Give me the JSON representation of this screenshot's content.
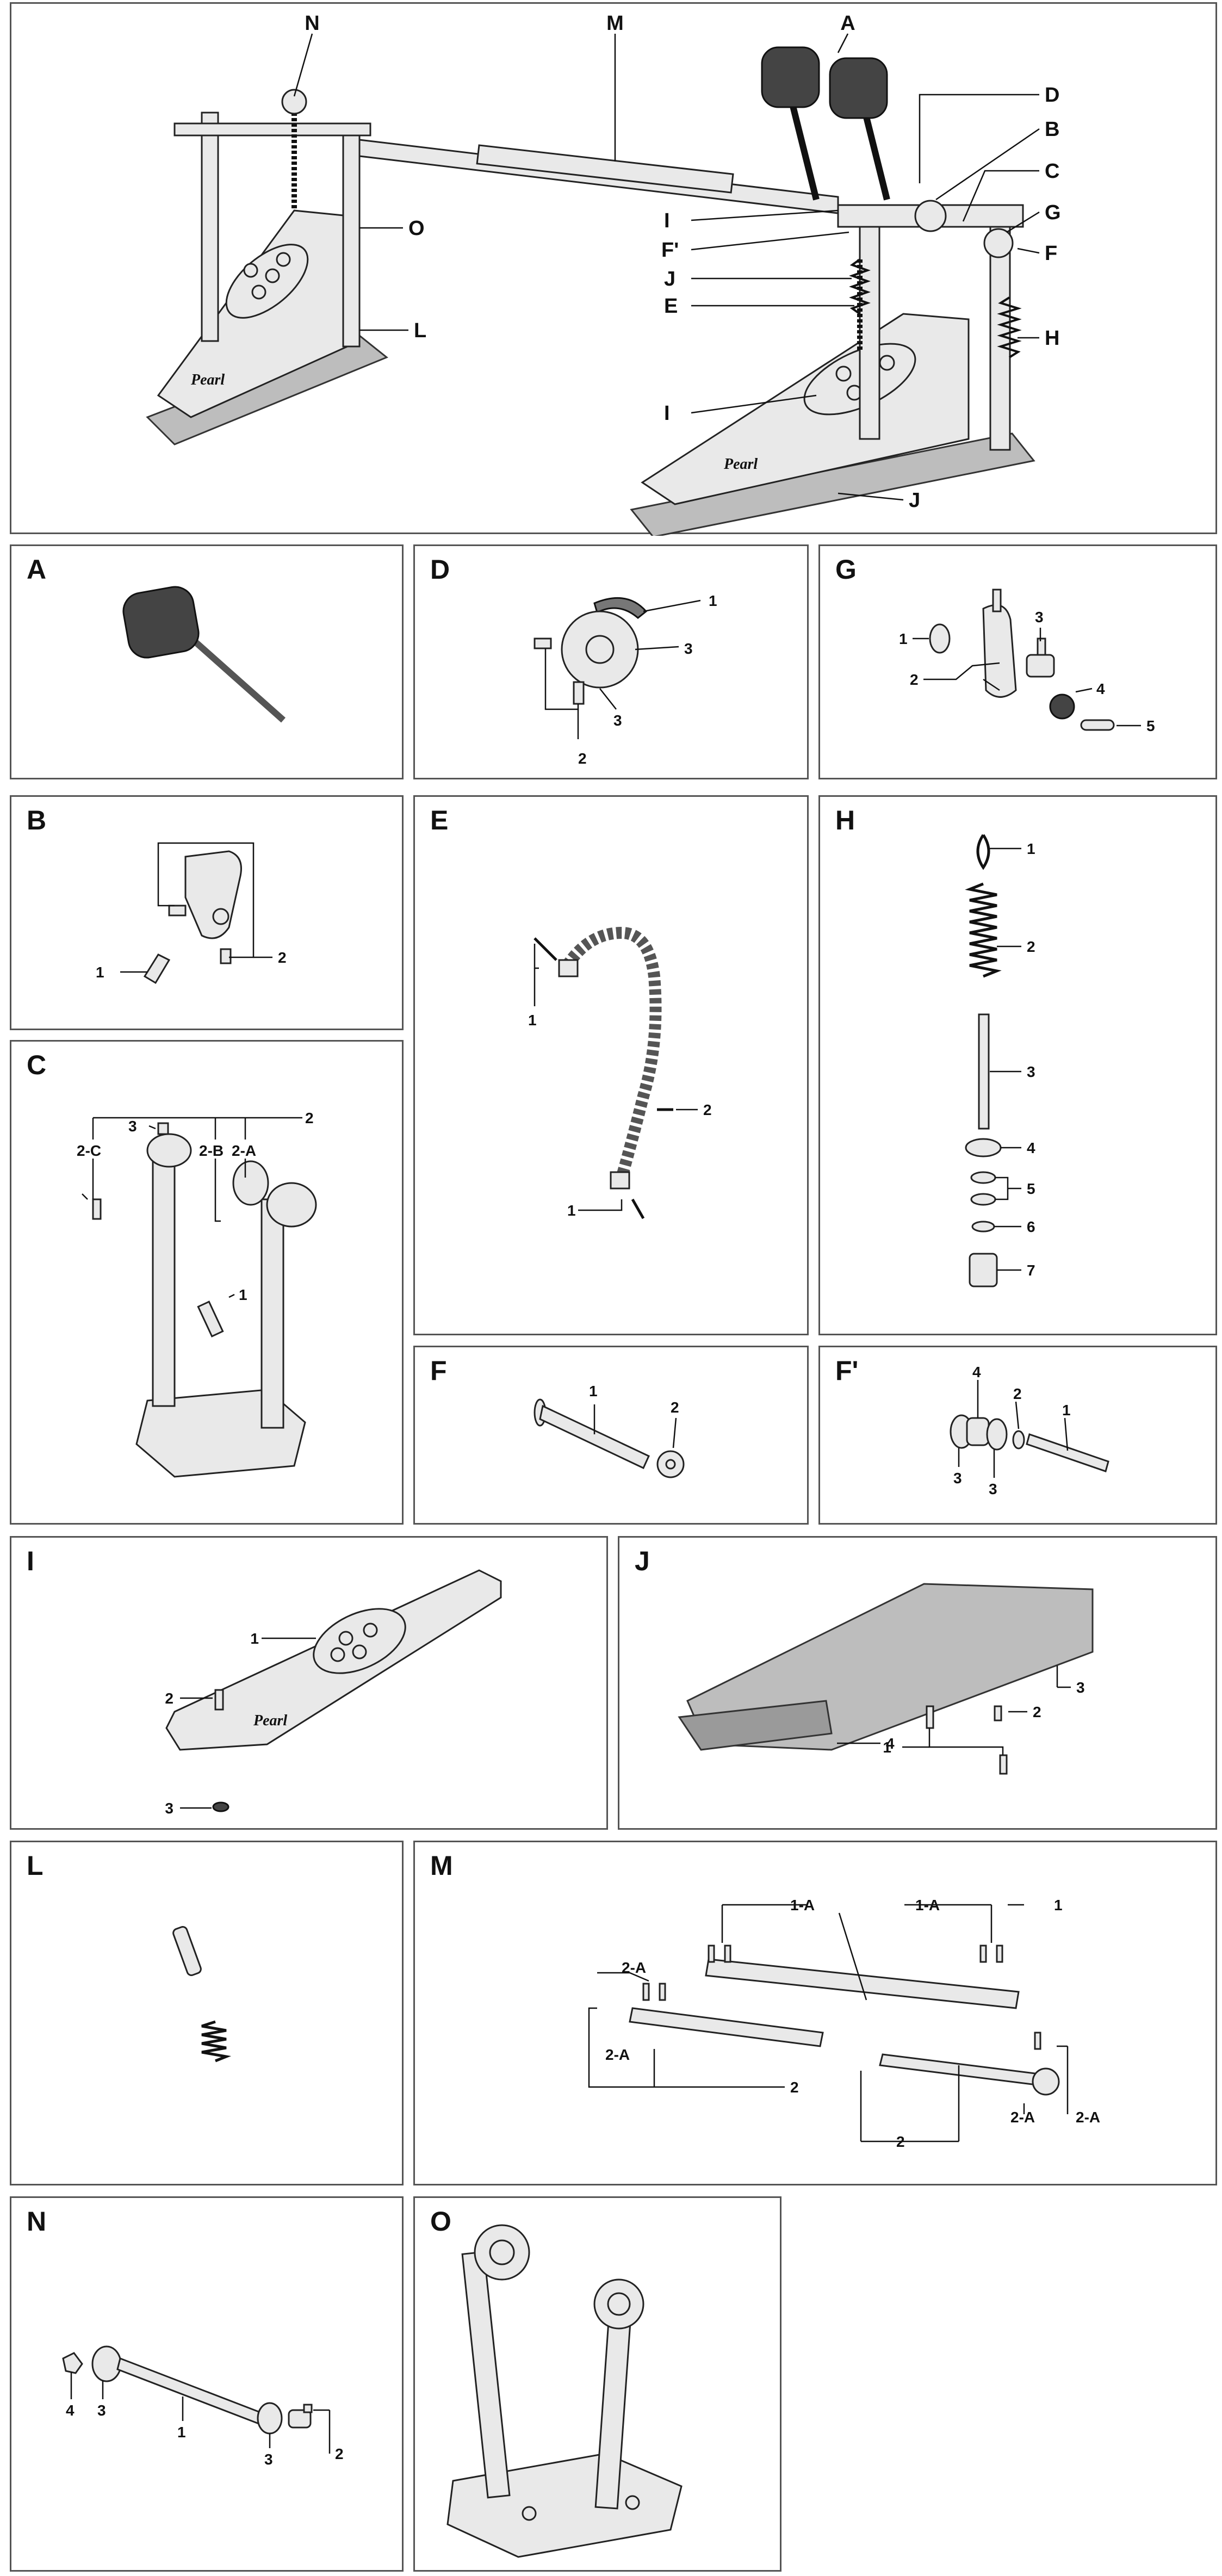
{
  "overview": {
    "labels": {
      "n": "N",
      "m": "M",
      "a": "A",
      "d": "D",
      "b": "B",
      "c": "C",
      "g": "G",
      "f": "F",
      "i1": "I",
      "fp": "F'",
      "j1": "J",
      "e": "E",
      "h": "H",
      "i2": "I",
      "j2": "J",
      "o": "O",
      "l": "L"
    },
    "brand": "Pearl"
  },
  "panels": {
    "a": {
      "title": "A"
    },
    "d": {
      "title": "D",
      "labels": [
        "1",
        "2",
        "3",
        "3"
      ]
    },
    "g": {
      "title": "G",
      "labels": [
        "1",
        "2",
        "3",
        "4",
        "5"
      ]
    },
    "b": {
      "title": "B",
      "labels": [
        "1",
        "2"
      ]
    },
    "e": {
      "title": "E",
      "labels": [
        "1",
        "2",
        "1"
      ]
    },
    "h": {
      "title": "H",
      "labels": [
        "1",
        "2",
        "3",
        "4",
        "5",
        "6",
        "7"
      ]
    },
    "c": {
      "title": "C",
      "labels": [
        "2",
        "2-C",
        "3",
        "2-B",
        "2-A",
        "1"
      ]
    },
    "f": {
      "title": "F",
      "labels": [
        "1",
        "2"
      ]
    },
    "fp": {
      "title": "F'",
      "labels": [
        "4",
        "2",
        "1",
        "3",
        "3"
      ]
    },
    "i": {
      "title": "I",
      "labels": [
        "1",
        "2",
        "3"
      ],
      "brand": "Pearl"
    },
    "j": {
      "title": "J",
      "labels": [
        "3",
        "2",
        "4",
        "1"
      ]
    },
    "l": {
      "title": "L"
    },
    "m": {
      "title": "M",
      "labels": [
        "1-A",
        "1-A",
        "1",
        "2-A",
        "2-A",
        "2",
        "2",
        "2-A",
        "2-A"
      ]
    },
    "n": {
      "title": "N",
      "labels": [
        "4",
        "3",
        "1",
        "3",
        "2"
      ]
    },
    "o": {
      "title": "O"
    }
  }
}
